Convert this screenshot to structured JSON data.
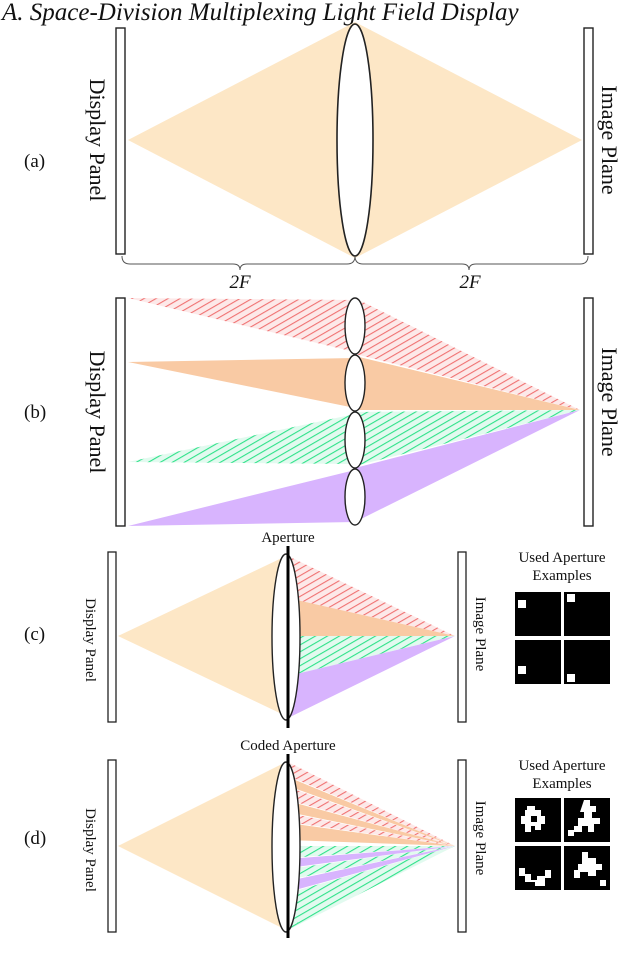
{
  "section_title": "A.   Space-Division Multiplexing Light Field Display",
  "colors": {
    "cone": "#fde7c6",
    "red": "#f07272",
    "orange": "#f9caa4",
    "green": "#2fe28a",
    "purple": "#d8b4fe",
    "lens_stroke": "#222222",
    "aperture_black": "#000000"
  },
  "panels": [
    {
      "id": "a",
      "label": "(a)",
      "display_label": "Display Panel",
      "image_label": "Image Plane",
      "dimensions": [
        "2F",
        "2F"
      ]
    },
    {
      "id": "b",
      "label": "(b)",
      "display_label": "Display Panel",
      "image_label": "Image Plane"
    },
    {
      "id": "c",
      "label": "(c)",
      "display_label": "Display Panel",
      "image_label": "Image Plane",
      "aperture_label": "Aperture",
      "examples_title": [
        "Used Aperture",
        "Examples"
      ]
    },
    {
      "id": "d",
      "label": "(d)",
      "display_label": "Display Panel",
      "image_label": "Image Plane",
      "aperture_label": "Coded Aperture",
      "examples_title": [
        "Used Aperture",
        "Examples"
      ]
    }
  ],
  "icons": {
    "lens": "biconvex-lens-icon",
    "aperture_mask": "aperture-mask-icon"
  }
}
